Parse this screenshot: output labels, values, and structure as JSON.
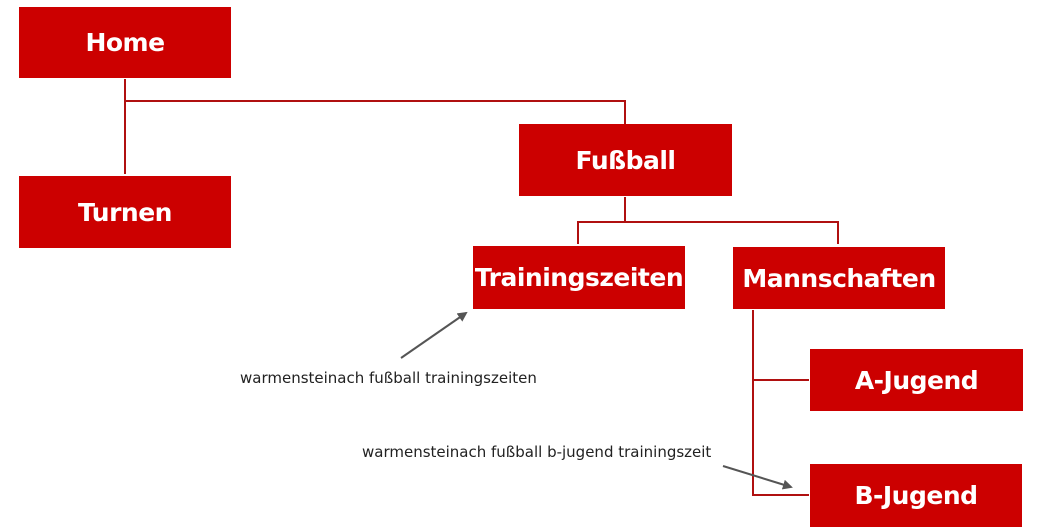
{
  "colors": {
    "node_fill": "#cc0000",
    "node_text": "#ffffff",
    "connector": "#b01010",
    "annotation_arrow": "#555555",
    "annotation_text": "#222222"
  },
  "nodes": {
    "home": "Home",
    "turnen": "Turnen",
    "fussball": "Fußball",
    "trainingszeiten": "Trainingszeiten",
    "mannschaften": "Mannschaften",
    "a_jugend": "A-Jugend",
    "b_jugend": "B-Jugend"
  },
  "annotations": {
    "trainingszeiten_keyword": "warmensteinach fußball trainingszeiten",
    "b_jugend_keyword": "warmensteinach fußball b-jugend trainingszeit"
  },
  "edges": [
    {
      "from": "Home",
      "to": "Turnen"
    },
    {
      "from": "Home",
      "to": "Fußball"
    },
    {
      "from": "Fußball",
      "to": "Trainingszeiten"
    },
    {
      "from": "Fußball",
      "to": "Mannschaften"
    },
    {
      "from": "Mannschaften",
      "to": "A-Jugend"
    },
    {
      "from": "Mannschaften",
      "to": "B-Jugend"
    }
  ]
}
